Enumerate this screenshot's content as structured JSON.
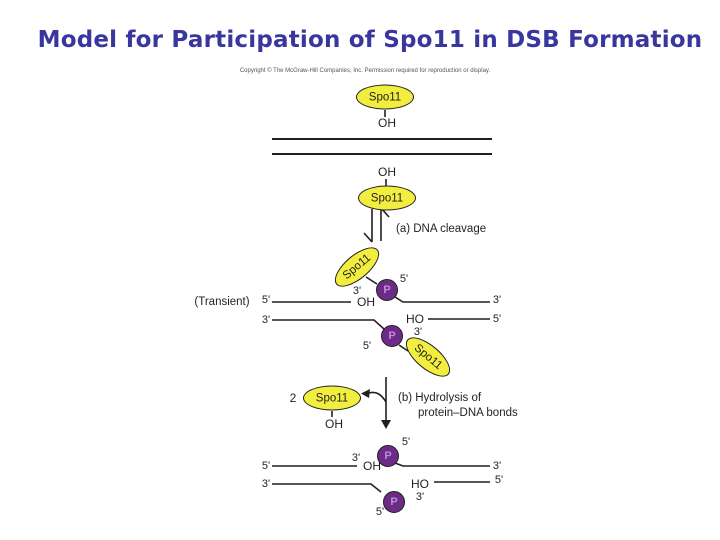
{
  "slide_title": "Model for Participation of Spo11 in DSB Formation",
  "copyright_notice": "Copyright © The McGraw-Hill Companies, Inc. Permission required for reproduction or display.",
  "colors": {
    "title_color": "#3837A0",
    "spo11_fill": "#F2EE3F",
    "phosphate_fill": "#6B2B87",
    "phosphate_letter": "#C08CD8",
    "diagram_ink": "#231F20"
  },
  "diagram": {
    "protein_label": "Spo11",
    "phosphate_label": "P",
    "hydroxyl": "OH",
    "hydroxyl_reversed": "HO",
    "end_five_prime": "5'",
    "end_three_prime": "3'",
    "transient_label": "(Transient)",
    "stoichiometry": "2",
    "step_a_label": "(a) DNA cleavage",
    "step_b_label_line1": "(b) Hydrolysis of",
    "step_b_label_line2": "protein–DNA bonds"
  }
}
